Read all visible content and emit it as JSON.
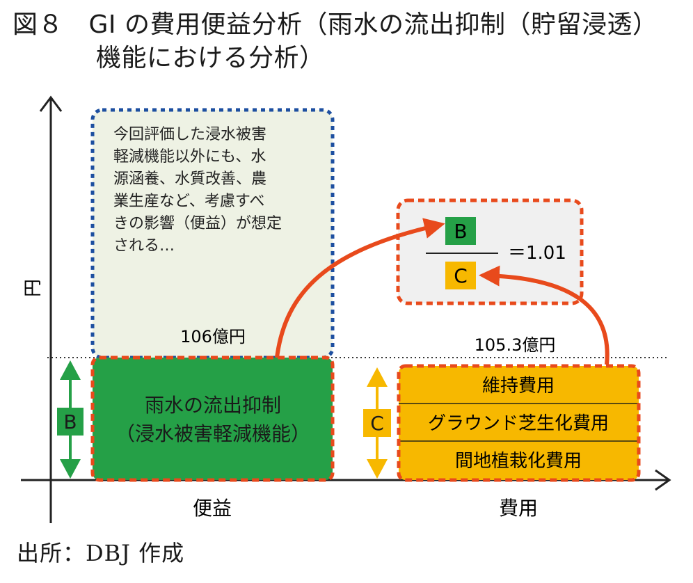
{
  "figure": {
    "title_line1": "図８　GI の費用便益分析（雨水の流出抑制（貯留浸透）",
    "title_line2": "機能における分析）",
    "source": "出所：DBJ 作成"
  },
  "axes": {
    "y_label": "円",
    "x_benefit": "便益",
    "x_cost": "費用"
  },
  "benefit": {
    "other_text": [
      "今回評価した浸水被害",
      "軽減機能以外にも、水",
      "源涵養、水質改善、農",
      "業生産など、考慮すべ",
      "きの影響（便益）が想定",
      "される…"
    ],
    "total_label": "106億円",
    "main_line1": "雨水の流出抑制",
    "main_line2": "（浸水被害軽減機能）",
    "badge": "B"
  },
  "cost": {
    "total_label": "105.3億円",
    "items": [
      "維持費用",
      "グラウンド芝生化費用",
      "間地植栽化費用"
    ],
    "badge": "C"
  },
  "ratio": {
    "numerator": "B",
    "denominator": "C",
    "result": "＝1.01"
  },
  "colors": {
    "benefit_green": "#25a047",
    "cost_yellow": "#f7b800",
    "arrow_red": "#e84a1c",
    "dash_blue": "#1d4fa0",
    "dash_red": "#e84a1c",
    "pale_green": "#eef2e4",
    "pale_gray": "#f0f0f0"
  }
}
